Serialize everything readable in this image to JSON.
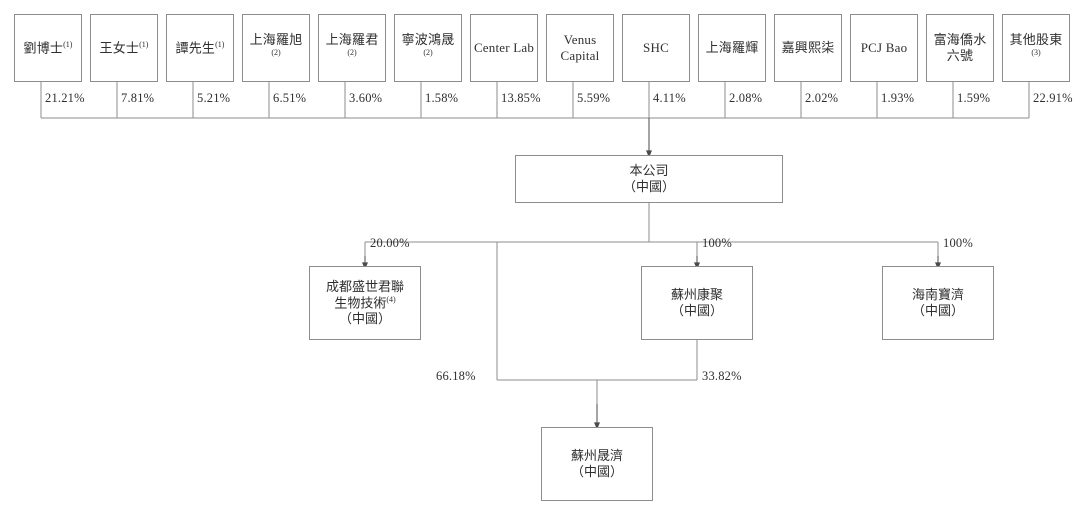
{
  "diagram": {
    "title": "Shareholding and corporate structure chart",
    "line_color": "#8d8d8d",
    "arrow_color": "#4a4a4a",
    "text_color": "#2f2f2f",
    "background": "#ffffff"
  },
  "shareholders": [
    {
      "name": "劉博士",
      "note": "(1)",
      "percent": "21.21%"
    },
    {
      "name": "王女士",
      "note": "(1)",
      "percent": "7.81%"
    },
    {
      "name": "譚先生",
      "note": "(1)",
      "percent": "5.21%"
    },
    {
      "name": "上海羅旭",
      "note": "(2)",
      "percent": "6.51%"
    },
    {
      "name": "上海羅君",
      "note": "(2)",
      "percent": "3.60%"
    },
    {
      "name": "寧波鴻晟",
      "note": "(2)",
      "percent": "1.58%"
    },
    {
      "name": "Center Lab",
      "note": "",
      "percent": "13.85%"
    },
    {
      "name": "Venus\nCapital",
      "note": "",
      "percent": "5.59%"
    },
    {
      "name": "SHC",
      "note": "",
      "percent": "4.11%"
    },
    {
      "name": "上海羅輝",
      "note": "",
      "percent": "2.08%"
    },
    {
      "name": "嘉興熙柒",
      "note": "",
      "percent": "2.02%"
    },
    {
      "name": "PCJ Bao",
      "note": "",
      "percent": "1.93%"
    },
    {
      "name": "富海僑水\n六號",
      "note": "",
      "percent": "1.59%"
    },
    {
      "name": "其他股東",
      "note": "(3)",
      "percent": "22.91%"
    }
  ],
  "company": {
    "name": "本公司",
    "jurisdiction": "（中國）"
  },
  "subsidiaries": [
    {
      "name": "成都盛世君聯\n生物技術",
      "note": "(4)",
      "jurisdiction": "（中國）",
      "percent": "20.00%"
    },
    {
      "name": "蘇州康聚",
      "note": "",
      "jurisdiction": "（中國）",
      "percent": "100%"
    },
    {
      "name": "海南寶濟",
      "note": "",
      "jurisdiction": "（中國）",
      "percent": "100%"
    }
  ],
  "joint_venture": {
    "name": "蘇州晟濟",
    "jurisdiction": "（中國）",
    "from_left_percent": "66.18%",
    "from_right_percent": "33.82%"
  }
}
